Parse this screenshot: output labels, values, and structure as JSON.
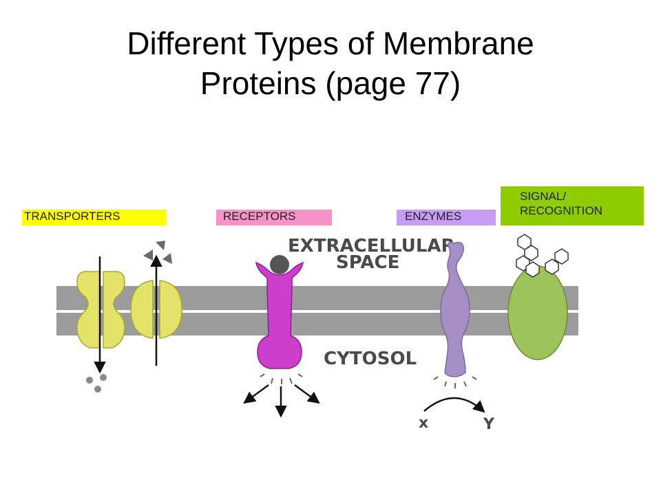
{
  "title": {
    "line1": "Different Types of Membrane",
    "line2": "Proteins (page 77)"
  },
  "labels": {
    "transporters": "TRANSPORTERS",
    "receptors": "RECEPTORS",
    "enzymes": "ENZYMES",
    "signal_line1": "SIGNAL/",
    "signal_line2": "RECOGNITION"
  },
  "diagram": {
    "extracellular_line1": "EXTRACELLULAR",
    "extracellular_line2": "SPACE",
    "cytosol": "CYTOSOL",
    "substrate": "x",
    "product": "Y"
  },
  "colors": {
    "transporter_label": "#ffff00",
    "receptor_label": "#f592c8",
    "enzyme_label": "#c79cf2",
    "signal_label": "#8fcd00",
    "membrane": "#9b9b9b",
    "transporter": "#e3e36a",
    "receptor": "#cc3fcc",
    "enzyme": "#a58ec4",
    "signal_protein": "#9cc45a"
  }
}
